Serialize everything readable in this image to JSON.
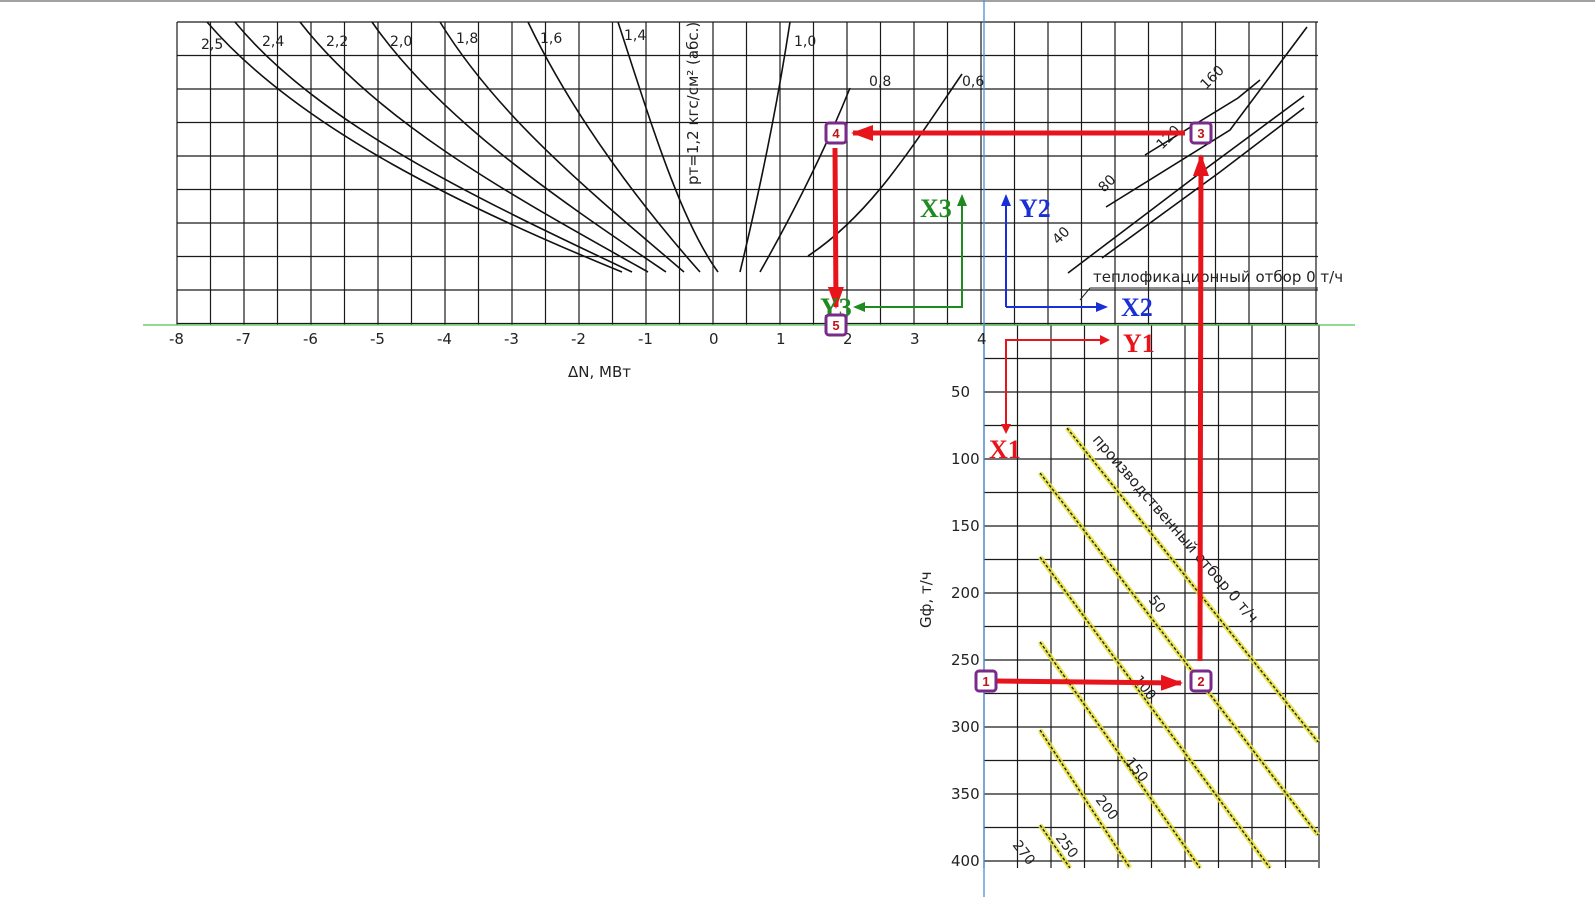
{
  "chart_data": [
    {
      "type": "line",
      "title": "",
      "xlabel": "ΔN, МВт",
      "ylabel": "pт=1,2 кгс/см² (абс.)",
      "xlim": [
        -8,
        4
      ],
      "x_ticks": [
        "-8",
        "-7",
        "-6",
        "-5",
        "-4",
        "-3",
        "-2",
        "-1",
        "0",
        "1",
        "2",
        "3",
        "4"
      ],
      "series": [
        {
          "name": "2,5",
          "label": "2,5"
        },
        {
          "name": "2,4",
          "label": "2,4"
        },
        {
          "name": "2,2",
          "label": "2,2"
        },
        {
          "name": "2,0",
          "label": "2,0"
        },
        {
          "name": "1,8",
          "label": "1,8"
        },
        {
          "name": "1,6",
          "label": "1,6"
        },
        {
          "name": "1,4",
          "label": "1,4"
        },
        {
          "name": "1,0",
          "label": "1,0"
        },
        {
          "name": "0,8",
          "label": "0,8"
        },
        {
          "name": "0,6",
          "label": "0,6"
        }
      ]
    },
    {
      "type": "line",
      "title": "",
      "annotation": "теплофикационный отбор 0 т/ч",
      "series_labels": [
        "40",
        "80",
        "120",
        "160"
      ]
    },
    {
      "type": "line",
      "title": "",
      "ylabel": "Gф, т/ч",
      "ylim": [
        0,
        400
      ],
      "y_ticks": [
        "50",
        "100",
        "150",
        "200",
        "250",
        "300",
        "350",
        "400"
      ],
      "annotation": "производственный отбор 0 т/ч",
      "series_labels": [
        "50",
        "100",
        "150",
        "200",
        "250",
        "270"
      ]
    }
  ],
  "overlay": {
    "axis_labels": {
      "x1": "X1",
      "y1": "Y1",
      "x2": "X2",
      "y2": "Y2",
      "x3": "X3",
      "y3": "Y3"
    },
    "steps": [
      "1",
      "2",
      "3",
      "4",
      "5"
    ],
    "colors": {
      "path": "#e8141c",
      "marker_border": "#7a2a8a",
      "axis1": "#e8141c",
      "axis2": "#1a2fd6",
      "axis3": "#1f8a1f",
      "zero_line": "#55c455",
      "guide_line": "#4f8fd6",
      "yellow_curves": "#e6e036"
    }
  }
}
